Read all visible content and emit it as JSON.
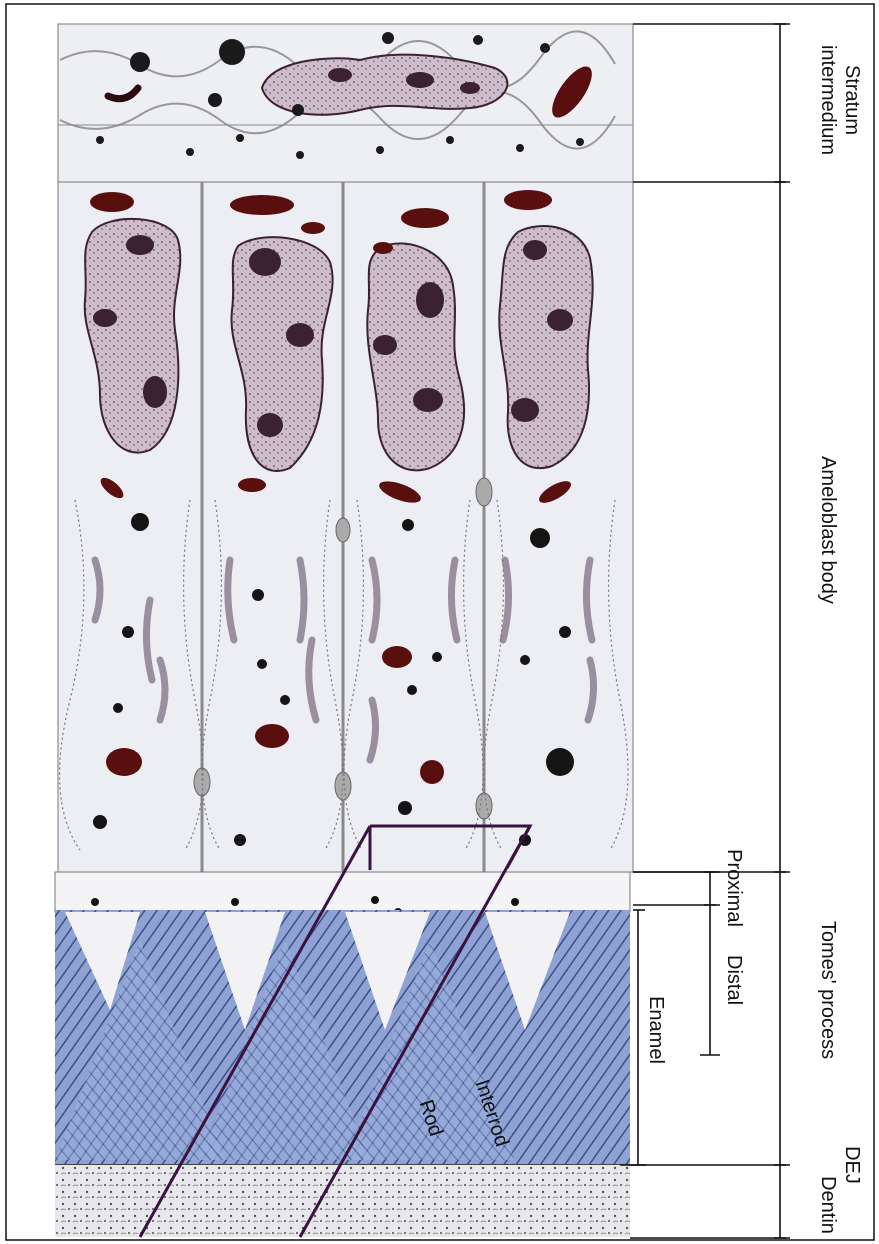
{
  "labels": {
    "stratum_line1": "Stratum",
    "stratum_line2": "intermedium",
    "ameloblast_body": "Ameloblast body",
    "tomes_process": "Tomes' process",
    "proximal": "Proximal",
    "distal": "Distal",
    "enamel": "Enamel",
    "interrod": "Interrod",
    "rod": "Rod",
    "dej": "DEJ",
    "dentin": "Dentin"
  },
  "colors": {
    "cell_fill": "#eceef3",
    "nucleus_fill": "#cdbcc9",
    "chromatin": "#3a2233",
    "granule": "#5a0f0f",
    "golgi": "#9a8f9e",
    "enamel_blue": "#8ea3d4",
    "enamel_stripe": "#3e4f86",
    "dentin_fill": "#e6e6ea",
    "outline_line": "#3a1240",
    "ink": "#111111"
  }
}
